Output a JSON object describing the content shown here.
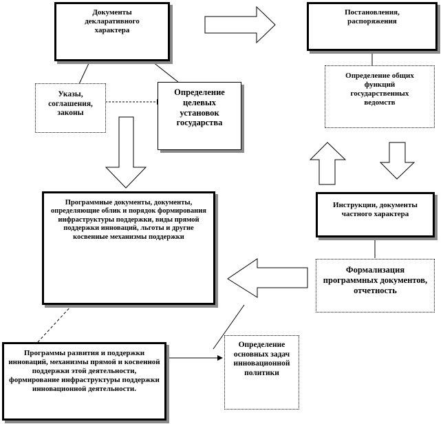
{
  "boxes": {
    "declarative_docs": "Документы декларативного характера",
    "decrees": "Постановления, распоряжения",
    "laws": "Указы, соглашения, законы",
    "state_goals": "Определение целевых установок государства",
    "agency_functions": "Определение общих функций государственных ведомств",
    "program_docs": "Программные документы, документы, определяющие облик и порядок формирования инфраструктуры поддержки, виды прямой поддержки инноваций, льготы и другие косвенные механизмы поддержки",
    "instructions": "Инструкции, документы частного характера",
    "formalization": "Формализация программных документов, отчетность",
    "dev_programs": "Программы развития и поддержки инноваций,  механизмы прямой и косвенной поддержки этой деятельности, формирование инфраструктуры поддержки инновационной  деятельности.",
    "policy_tasks": "Определение основных задач инновационной политики"
  }
}
